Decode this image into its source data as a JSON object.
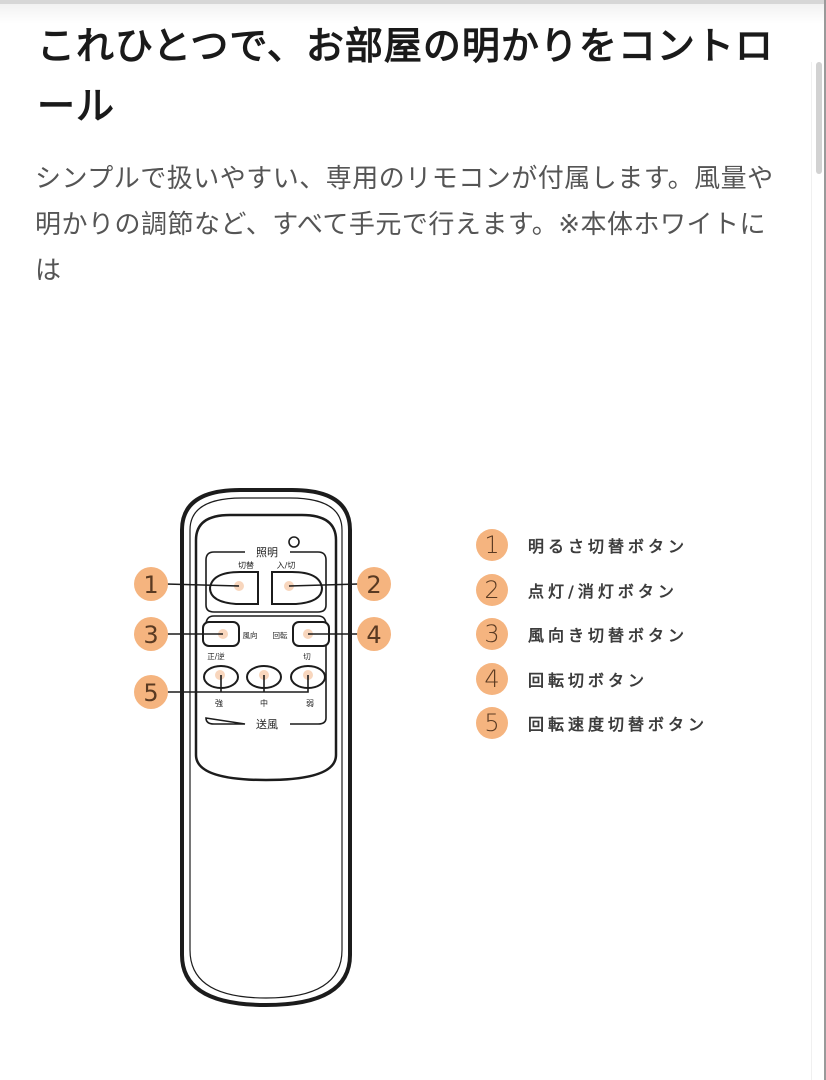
{
  "page": {
    "title": "これひとつで、お部屋の明かりをコントロール",
    "description": "シンプルで扱いやすい、専用のリモコンが付属します。風量や明かりの調節など、すべて手元で行えます。※本体ホワイトには"
  },
  "remote": {
    "section_light": "照明",
    "btn_toggle_label": "切替",
    "btn_power_label": "入/切",
    "direction_label": "風向",
    "rotation_label": "回転",
    "forward_reverse_label": "正/逆",
    "off_label": "切",
    "speed_strong": "強",
    "speed_medium": "中",
    "speed_weak": "弱",
    "section_fan": "送風"
  },
  "callouts": [
    {
      "num": "1",
      "label": "明るさ切替ボタン"
    },
    {
      "num": "2",
      "label": "点灯/消灯ボタン"
    },
    {
      "num": "3",
      "label": "風向き切替ボタン"
    },
    {
      "num": "4",
      "label": "回転切ボタン"
    },
    {
      "num": "5",
      "label": "回転速度切替ボタン"
    }
  ],
  "colors": {
    "badge": "#f5b47f",
    "badge_text": "#5a3a22",
    "title": "#1a1a1a",
    "body": "#555555"
  }
}
